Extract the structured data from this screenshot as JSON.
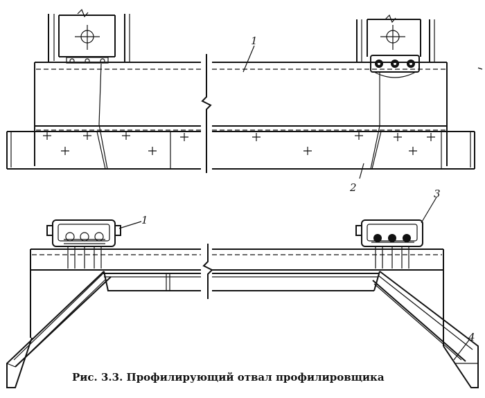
{
  "labels": {
    "l1_top": "1",
    "l2": "2",
    "l1_bottom": "1",
    "l3": "3",
    "l4": "4"
  },
  "caption": "Рис. 3.3. Профилирующий отвал профилировщика"
}
